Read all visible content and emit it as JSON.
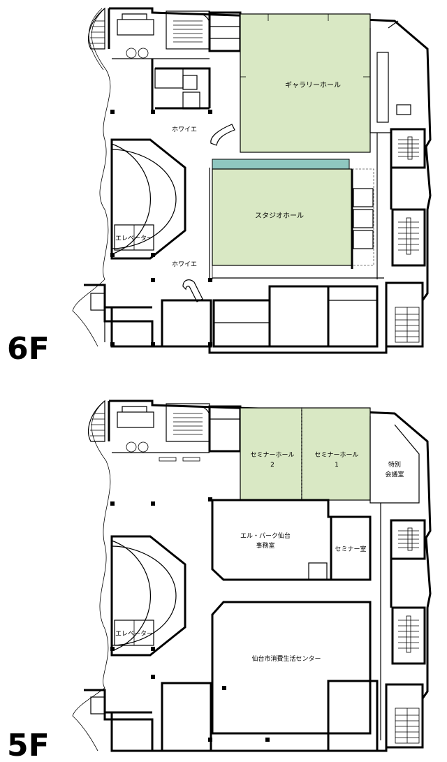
{
  "colors": {
    "hall_fill": "#d9e8c4",
    "stage_fill": "#8fc7c0",
    "wall": "#000000"
  },
  "floor_6f": {
    "floor_label": "6F",
    "gallery_hall": "ギャラリーホール",
    "studio_hall": "スタジオホール",
    "foyer_upper": "ホワイエ",
    "foyer_lower": "ホワイエ",
    "elevator": "エレベーター"
  },
  "floor_5f": {
    "floor_label": "5F",
    "seminar_hall_2": {
      "line1": "セミナーホール",
      "line2": "2"
    },
    "seminar_hall_1": {
      "line1": "セミナーホール",
      "line2": "1"
    },
    "special_meeting_room": {
      "line1": "特別",
      "line2": "会議室"
    },
    "l_park_office": {
      "line1": "エル・パーク仙台",
      "line2": "事務室"
    },
    "seminar_room": "セミナー室",
    "consumer_center": "仙台市消費生活センター",
    "elevator": "エレベーター"
  }
}
